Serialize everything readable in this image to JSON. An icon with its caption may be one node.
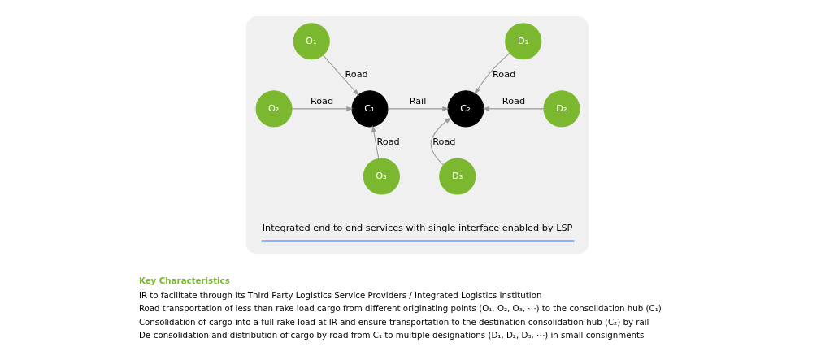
{
  "diagram": {
    "nodes": [
      {
        "text": [],
        "shape": "box"
      },
      {
        "text": [
          "O₁"
        ],
        "in": 0
      },
      {
        "text": [
          "O₂"
        ],
        "in": 0
      },
      {
        "text": [
          "O₃"
        ],
        "in": 0
      },
      {
        "text": [
          "C₁"
        ],
        "in": 0
      },
      {
        "text": [
          "C₂"
        ],
        "in": 0
      },
      {
        "text": [
          "D₁"
        ],
        "in": 0
      },
      {
        "text": [
          "D₂"
        ],
        "in": 0
      },
      {
        "text": [
          "D₃"
        ],
        "in": 0
      }
    ],
    "edges": [
      {
        "from": 1,
        "to": 4,
        "arrow": "to",
        "label": "Road"
      },
      {
        "from": 2,
        "to": 4,
        "arrow": "to",
        "label": "Road"
      },
      {
        "from": 3,
        "to": 4,
        "arrow": "to",
        "label": "Road"
      },
      {
        "from": 4,
        "to": 5,
        "arrow": "to",
        "label": "Rail"
      },
      {
        "from": 6,
        "to": 5,
        "arrow": "to",
        "label": "Road"
      },
      {
        "from": 7,
        "to": 5,
        "arrow": "to",
        "label": "Road"
      },
      {
        "from": 8,
        "to": 5,
        "arrow": "to",
        "label": "Road"
      }
    ],
    "labels": [
      "Integrated end to end services with single interface enabled by LSP",
      "Key Characteristics",
      "IR to facilitate through its Third Party Logistics Service Providers / Integrated Logistics Institution",
      "Road transportation of less than rake load cargo from different originating points (O₁, O₂, O₃, ⋯) to the consolidation hub (C₁)",
      "Consolidation of cargo into a full rake load at IR and ensure transportation to the destination consolidation hub (C₂) by rail",
      "De-consolidation and distribution of cargo by road from C₁ to multiple designations (D₁, D₂, D₃, ⋯) in small consignments"
    ]
  }
}
